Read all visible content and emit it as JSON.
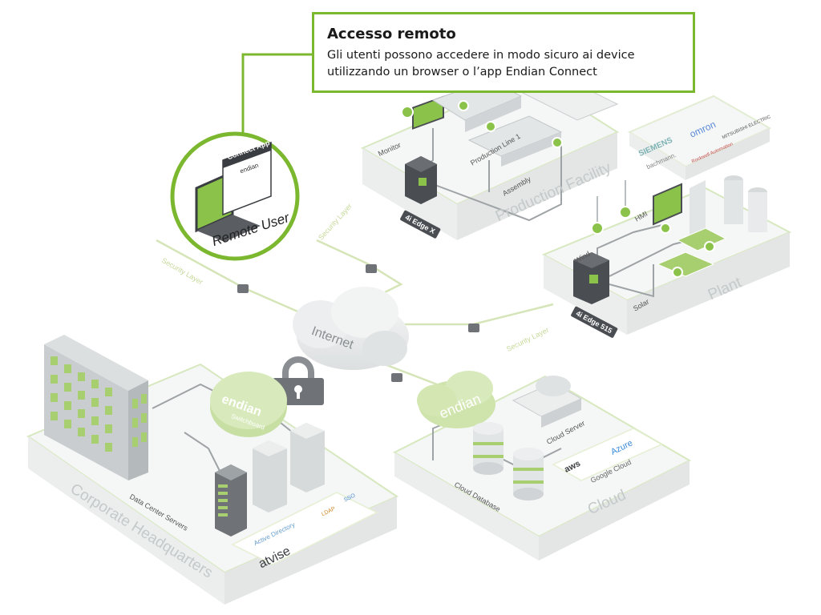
{
  "callout": {
    "title": "Accesso remoto",
    "body_line1": "Gli utenti possono accedere in modo sicuro ai device",
    "body_line2": "utilizzando un browser o l’app Endian Connect"
  },
  "remote_user": {
    "label": "Remote User",
    "app_banner": "Connect App",
    "app_brand": "endian"
  },
  "zones": {
    "production": "Production Facility",
    "plant": "Plant",
    "headquarters": "Corporate Headquarters",
    "cloud": "Cloud"
  },
  "internet_label": "Internet",
  "security_layer_label": "Security Layer",
  "devices": {
    "edge_x": "4i Edge X",
    "edge_515": "4i Edge 515"
  },
  "production_items": {
    "monitor": "Monitor",
    "line": "Production Line 1",
    "assembly": "Assembly"
  },
  "plant_items": {
    "wind": "Wind",
    "hmi": "HMI",
    "solar": "Solar"
  },
  "hq_items": {
    "servers": "Data Center Servers",
    "switchboard_brand": "endian",
    "switchboard_sub": "Switchboard"
  },
  "hq_logos": {
    "ad": "Active Directory",
    "atvise": "atvise",
    "ldap": "LDAP",
    "sso": "SSO"
  },
  "cloud_items": {
    "server": "Cloud Server",
    "database": "Cloud Database",
    "brand": "endian"
  },
  "cloud_logos": {
    "aws": "aws",
    "azure": "Azure",
    "google": "Google Cloud"
  },
  "partner_logos": {
    "siemens": "SIEMENS",
    "omron": "omron",
    "bachmann": "bachmann.",
    "mitsubishi": "MITSUBISHI ELECTRIC",
    "rockwell": "Rockwell Automation"
  },
  "colors": {
    "accent": "#7cb82f",
    "accent_light": "#cde3a8",
    "platform": "#f5f6f6",
    "platform_edge": "#d7e8bf",
    "device_dark": "#4a4d52"
  }
}
